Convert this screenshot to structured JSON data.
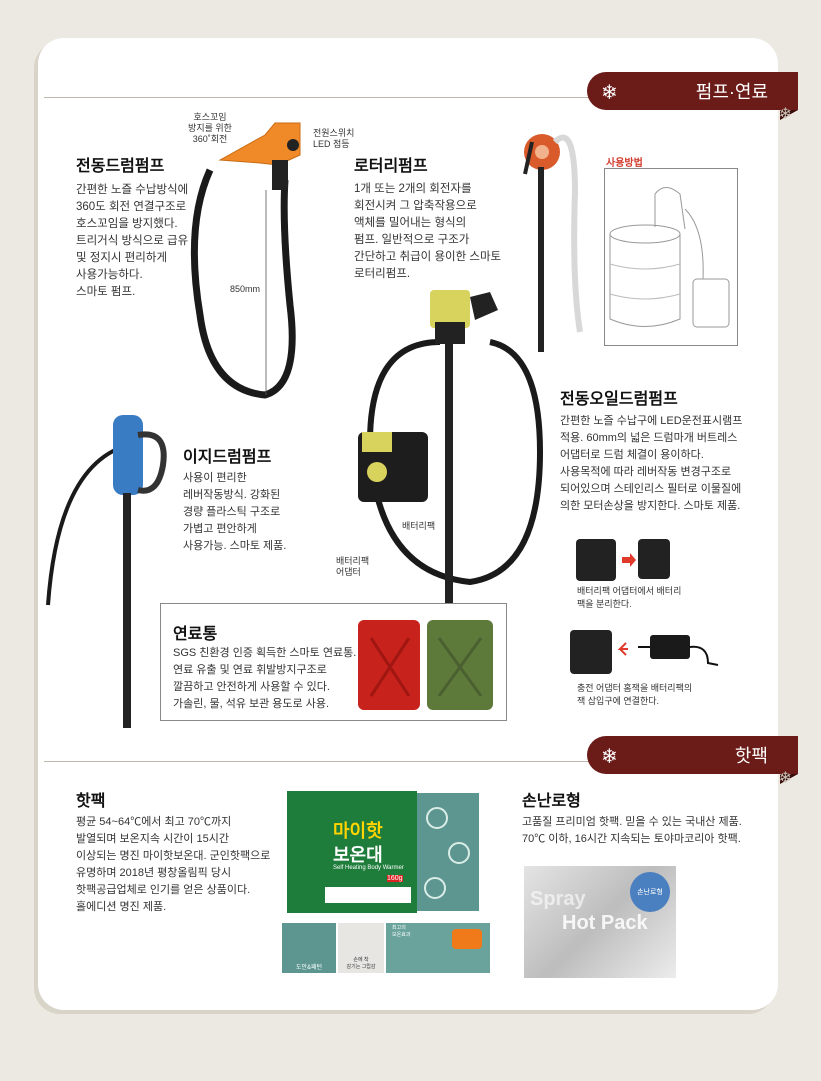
{
  "section1": {
    "tab_label": "펌프·연료"
  },
  "electric_drum_pump": {
    "title": "전동드럼펌프",
    "lines": [
      "간편한 노즐 수납방식에",
      "360도 회전 연결구조로",
      "호스꼬임을 방지했다.",
      "트리거식 방식으로 급유",
      "및 정지시 편리하게",
      "사용가능하다.",
      "스마토 펌프."
    ],
    "callout_hose": [
      "호스꼬임",
      "방지를 위한",
      "360˚회전"
    ],
    "callout_power": [
      "전원스위치",
      "LED 점등"
    ],
    "length_label": "850mm"
  },
  "rotary_pump": {
    "title": "로터리펌프",
    "lines": [
      "1개 또는 2개의 회전자를",
      "회전시켜 그 압축작용으로",
      "액체를 밀어내는 형식의",
      "펌프. 일반적으로 구조가",
      "간단하고 취급이 용이한 스마토",
      "로터리펌프."
    ],
    "usage_label": "사용방법"
  },
  "electric_oil_pump": {
    "title": "전동오일드럼펌프",
    "lines": [
      "간편한 노즐 수납구에 LED운전표시램프",
      "적용. 60mm의 넓은 드럼마개 버트레스",
      "어댑터로 드럼 체결이 용이하다.",
      "사용목적에 따라 레버작동 변경구조로",
      "되어있으며 스테인리스 필터로 이물질에",
      "의한 모터손상을 방지한다. 스마토 제품."
    ],
    "battery_label": "배터리팩",
    "adapter_label": [
      "배터리팩",
      "어댑터"
    ],
    "step1": [
      "배터리팩 어댑터에서 배터리",
      "팩을 분리한다."
    ],
    "step2": [
      "충전 어댑터 홈잭을 배터리팩의",
      "잭 삽입구에 연결한다."
    ]
  },
  "easy_drum_pump": {
    "title": "이지드럼펌프",
    "lines": [
      "사용이 편리한",
      "레버작동방식. 강화된",
      "경량 플라스틱 구조로",
      "가볍고 편안하게",
      "사용가능. 스마토 제품."
    ]
  },
  "fuel_can": {
    "title": "연료통",
    "lines": [
      "SGS 친환경 인증 획득한 스마토 연료통.",
      "연료 유출 및 연료 휘발방지구조로",
      "깔끔하고 안전하게 사용할 수 있다.",
      "가솔린, 물, 석유 보관 용도로 사용."
    ]
  },
  "section2": {
    "tab_label": "핫팩"
  },
  "hotpack": {
    "title": "핫팩",
    "lines": [
      "평균 54~64℃에서 최고 70℃까지",
      "발열되며 보온지속 시간이 15시간",
      "이상되는 명진 마이핫보온대. 군인핫팩으로",
      "유명하며 2018년 평창올림픽 당시",
      "핫팩공급업체로 인기를 얻은 상품이다.",
      "홀에디션 명진 제품."
    ],
    "pack_brand": "마이핫",
    "pack_name": "보온대",
    "pack_sub": "Self Heating Body Warmer",
    "pack_weight": "160g",
    "thumb1": "도안&패턴",
    "thumb2": [
      "손에 착",
      "감기는 그립감"
    ],
    "thumb3": [
      "최고의",
      "보온효과"
    ]
  },
  "hand_warmer": {
    "title": "손난로형",
    "lines": [
      "고품질 프리미엄 핫팩. 믿을 수 있는 국내산 제품.",
      "70℃ 이하, 16시간 지속되는 토야마코리아 핫팩."
    ],
    "pack_text": "Hot Pack",
    "pack_faint": "Spray",
    "pack_badge": "손난로형"
  }
}
